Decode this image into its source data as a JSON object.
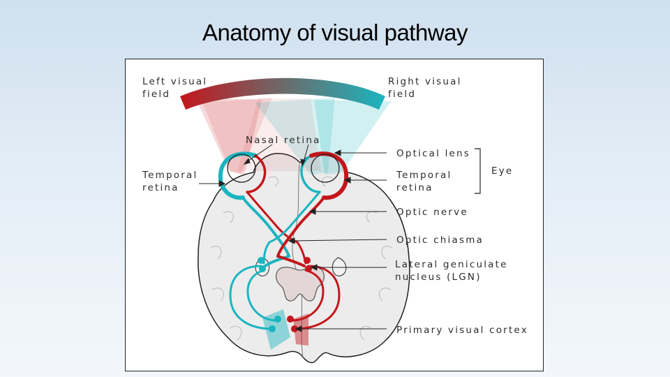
{
  "title": "Anatomy of visual pathway",
  "diagram": {
    "labels": {
      "left_visual_field": [
        "Left visual",
        "field"
      ],
      "right_visual_field": [
        "Right visual",
        "field"
      ],
      "nasal_retina": "Nasal retina",
      "temporal_retina_left": [
        "Temporal",
        "retina"
      ],
      "optical_lens": "Optical lens",
      "temporal_retina_right": [
        "Temporal",
        "retina"
      ],
      "eye": "Eye",
      "optic_nerve": "Optic nerve",
      "optic_chiasma": "Optic chiasma",
      "lgn": [
        "Lateral geniculate",
        "nucleus (LGN)"
      ],
      "primary_visual_cortex": "Primary visual cortex"
    },
    "colors": {
      "left_field": "#c4161c",
      "right_field": "#1bb5bf",
      "brain": "#ececec",
      "outline": "#222222"
    }
  }
}
